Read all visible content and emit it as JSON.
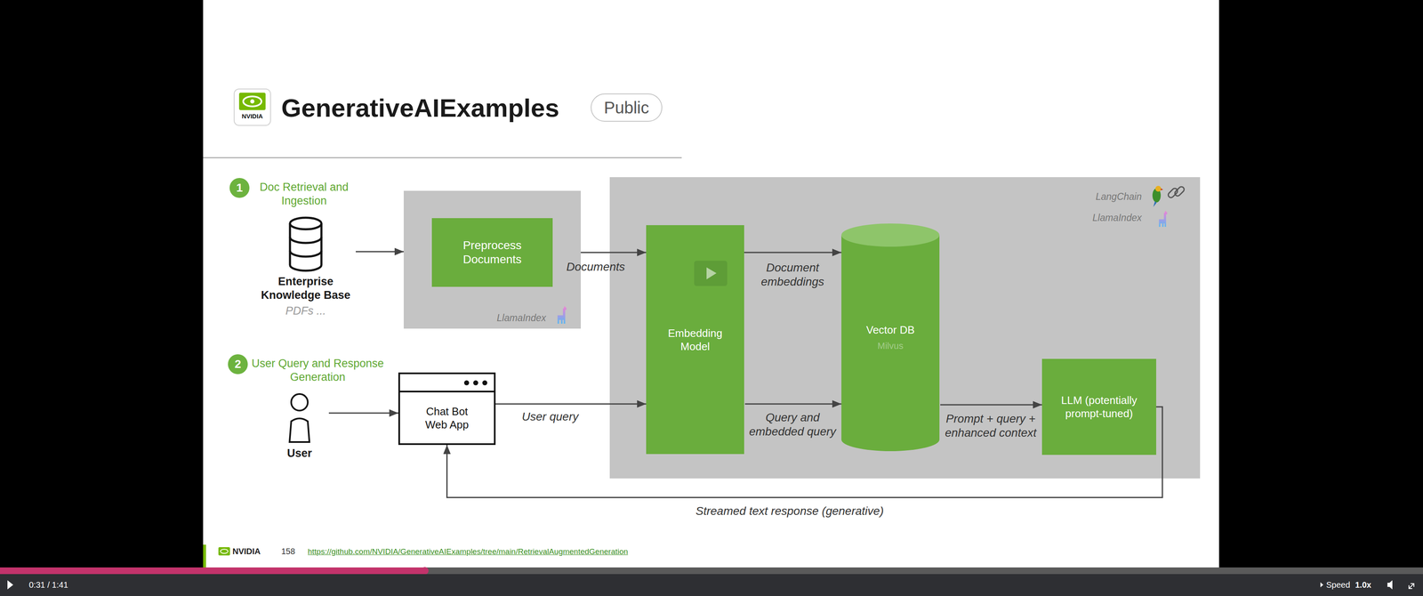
{
  "diagram": {
    "title": "GenerativeAIExamples",
    "nodes": [
      {
        "text": [
          "Public"
        ]
      },
      {
        "text": [
          "1"
        ]
      },
      {
        "text": [
          "Enterprise Knowledge Base",
          "PDFs ..."
        ]
      },
      {
        "text": [
          "LlamaIndex"
        ]
      },
      {
        "text": [
          "Preprocess Documents"
        ],
        "in": 3
      },
      {
        "text": [
          "LangChain",
          "LlamaIndex"
        ]
      },
      {
        "text": [
          "Embedding Model"
        ],
        "in": 5
      },
      {
        "text": [
          "Vector DB",
          "Milvus"
        ],
        "in": 5
      },
      {
        "text": [
          "LLM (potentially prompt-tuned)"
        ],
        "in": 5
      },
      {
        "text": [
          "2"
        ]
      },
      {
        "text": [
          "User"
        ]
      },
      {
        "text": [
          "Chat Bot Web App"
        ]
      }
    ],
    "edges": [
      {
        "from": 2,
        "to": 3,
        "arrow": "to"
      },
      {
        "from": 3,
        "to": 6,
        "label": "Documents",
        "arrow": "to"
      },
      {
        "from": 6,
        "to": 7,
        "label": "Document embeddings",
        "arrow": "to"
      },
      {
        "from": 10,
        "to": 11,
        "arrow": "to"
      },
      {
        "from": 11,
        "to": 6,
        "label": "User query",
        "arrow": "to"
      },
      {
        "from": 6,
        "to": 7,
        "label": "Query and embedded query",
        "arrow": "to"
      },
      {
        "from": 7,
        "to": 8,
        "label": "Prompt + query + enhanced context",
        "arrow": "to"
      },
      {
        "from": 8,
        "to": 11,
        "label": "Streamed text response (generative)",
        "arrow": "to"
      }
    ],
    "labels": [
      "NVIDIA",
      "Doc Retrieval and Ingestion",
      "User Query and Response Generation",
      "NVIDIA",
      "158",
      "https://github.com/NVIDIA/GenerativeAIExamples/tree/main/RetrievalAugmentedGeneration",
      "0:31 / 1:41",
      "Speed",
      "1.0x"
    ]
  }
}
